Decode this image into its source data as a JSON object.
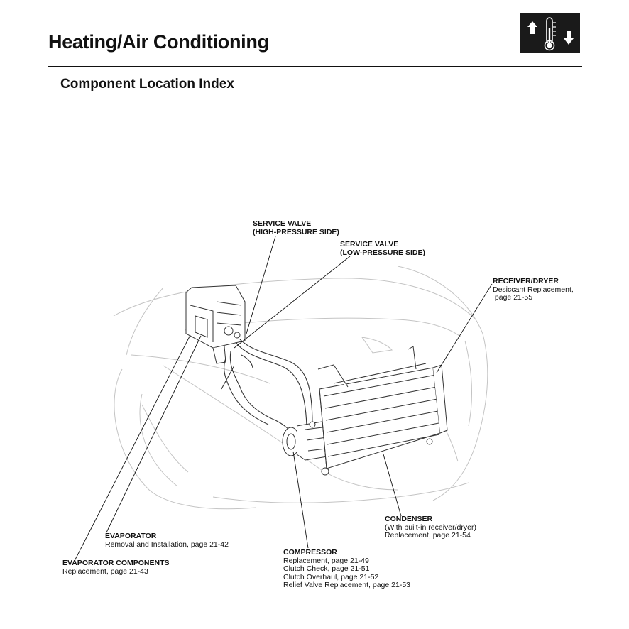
{
  "header": {
    "title": "Heating/Air Conditioning",
    "subtitle": "Component Location Index",
    "badge_icon": "thermometer-up-down-icon"
  },
  "callouts": {
    "service_valve_high": {
      "lines": [
        "SERVICE VALVE",
        "(HIGH-PRESSURE SIDE)"
      ]
    },
    "service_valve_low": {
      "lines": [
        "SERVICE VALVE",
        "(LOW-PRESSURE SIDE)"
      ]
    },
    "receiver_dryer": {
      "heading": "RECEIVER/DRYER",
      "lines": [
        "Desiccant Replacement,",
        " page 21-55"
      ]
    },
    "condenser": {
      "heading": "CONDENSER",
      "lines": [
        "(With built-in receiver/dryer)",
        "Replacement, page 21-54"
      ]
    },
    "evaporator": {
      "heading": "EVAPORATOR",
      "lines": [
        "Removal and Installation, page 21-42"
      ]
    },
    "compressor": {
      "heading": "COMPRESSOR",
      "lines": [
        "Replacement, page 21-49",
        "Clutch Check, page 21-51",
        "Clutch Overhaul, page 21-52",
        "Relief Valve Replacement, page 21-53"
      ]
    },
    "evaporator_components": {
      "heading": "EVAPORATOR COMPONENTS",
      "lines": [
        "Replacement, page 21-43"
      ]
    }
  },
  "colors": {
    "ink": "#111111",
    "car_outline": "#c4c4c4",
    "badge_bg": "#1a1a1a",
    "paper": "#ffffff"
  }
}
